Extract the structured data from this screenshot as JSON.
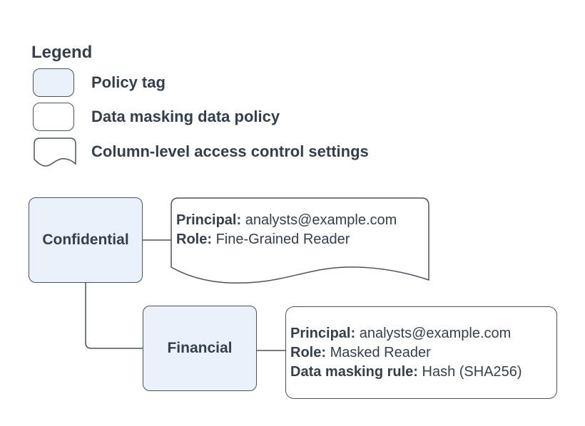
{
  "colors": {
    "node_fill": "#eaf1fb",
    "stroke": "#49525e",
    "text": "#353f4b",
    "background": "#ffffff"
  },
  "legend": {
    "title": "Legend",
    "items": [
      {
        "swatch": "policy-tag",
        "label": "Policy tag"
      },
      {
        "swatch": "data-masking-data-policy",
        "label": "Data masking data policy"
      },
      {
        "swatch": "column-level-access-control-settings",
        "label": "Column-level access control settings"
      }
    ]
  },
  "diagram": {
    "confidential": {
      "label": "Confidential"
    },
    "financial": {
      "label": "Financial"
    },
    "acl_note": {
      "lines": [
        {
          "label": "Principal:",
          "value": "analysts@example.com"
        },
        {
          "label": "Role:",
          "value": "Fine-Grained Reader"
        }
      ]
    },
    "masking_policy": {
      "lines": [
        {
          "label": "Principal:",
          "value": "analysts@example.com"
        },
        {
          "label": "Role:",
          "value": "Masked Reader"
        },
        {
          "label": "Data masking rule:",
          "value": "Hash (SHA256)"
        }
      ]
    }
  }
}
